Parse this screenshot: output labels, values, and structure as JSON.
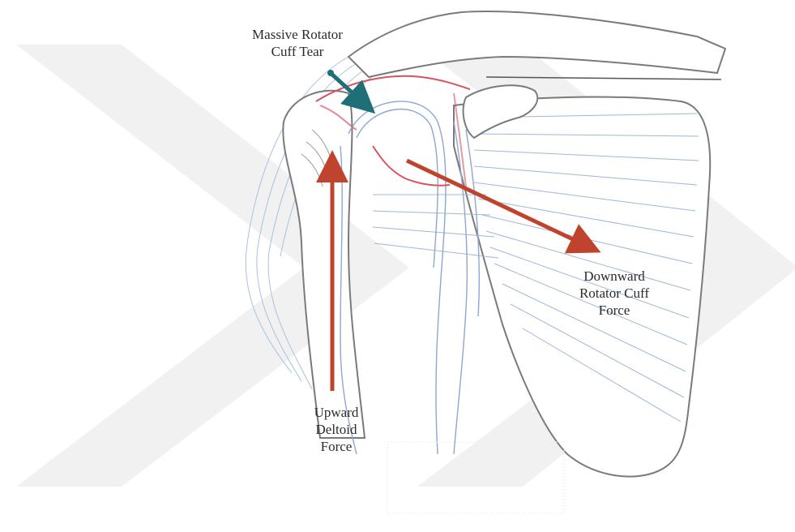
{
  "labels": {
    "massive_tear": {
      "line1": "Massive Rotator",
      "line2": "Cuff Tear"
    },
    "downward_force": {
      "line1": "Downward",
      "line2": "Rotator Cuff",
      "line3": "Force"
    },
    "upward_force": {
      "line1": "Upward",
      "line2": "Deltoid",
      "line3": "Force"
    }
  },
  "colors": {
    "background": "#ffffff",
    "watermark": "#f1f1f1",
    "bone_outline": "#6b6b6b",
    "muscle_lines": "#9cb4d6",
    "tear_highlight": "#d9535f",
    "force_arrows": "#c0442d",
    "tear_arrow": "#1f6f78"
  }
}
